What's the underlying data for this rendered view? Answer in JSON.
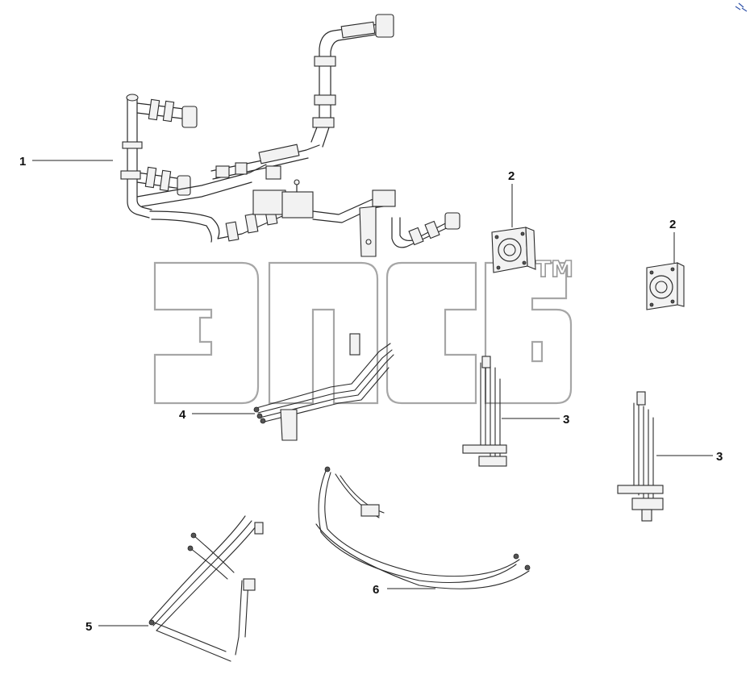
{
  "callouts": [
    "1",
    "2",
    "2",
    "3",
    "3",
    "4",
    "5",
    "6"
  ],
  "watermark": {
    "trademark": "TM"
  },
  "colors": {
    "line": "#2a2a2a",
    "watermark_outline": "#a6a6a6",
    "background": "#ffffff"
  }
}
